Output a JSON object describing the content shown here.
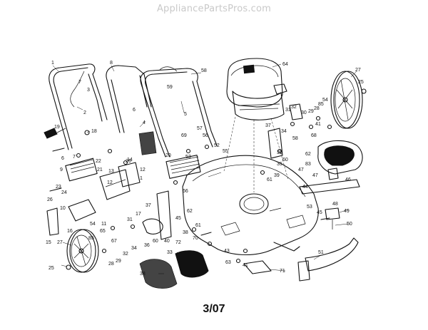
{
  "watermark": "AppliancePartsPros.com",
  "page_number": "3/07",
  "callouts": {
    "c1": "1",
    "c2": "2",
    "c3": "3",
    "c4": "4",
    "c5": "5",
    "c6": "6",
    "c7": "7",
    "c8": "8",
    "c9": "9",
    "c10": "10",
    "c11": "11",
    "c12": "12",
    "c13": "13",
    "c14": "14",
    "c15": "15",
    "c16": "16",
    "c17": "17",
    "c18": "18",
    "c19": "19",
    "c20": "20",
    "c21": "21",
    "c22": "22",
    "c23": "23",
    "c24": "24",
    "c25": "25",
    "c26": "26",
    "c27": "27",
    "c28": "28",
    "c29": "29",
    "c30": "30",
    "c31": "31",
    "c32": "32",
    "c33": "33",
    "c34": "34",
    "c35": "35",
    "c36": "36",
    "c37": "37",
    "c38": "38",
    "c39": "39",
    "c40": "40",
    "c41": "41",
    "c42": "42",
    "c43": "43",
    "c44": "44",
    "c45": "45",
    "c46": "46",
    "c47": "47",
    "c48": "48",
    "c49": "49",
    "c50": "50",
    "c51": "51",
    "c52": "52",
    "c53": "53",
    "c54": "54",
    "c55": "55",
    "c56": "56",
    "c57": "57",
    "c58": "58",
    "c59": "59",
    "c60": "60",
    "c61": "61",
    "c62": "62",
    "c63": "63",
    "c64": "64",
    "c65": "65",
    "c66": "66",
    "c67": "67",
    "c68": "68",
    "c69": "69",
    "c70": "70",
    "c71": "71",
    "c72": "72",
    "c83": "83",
    "c85": "85"
  }
}
